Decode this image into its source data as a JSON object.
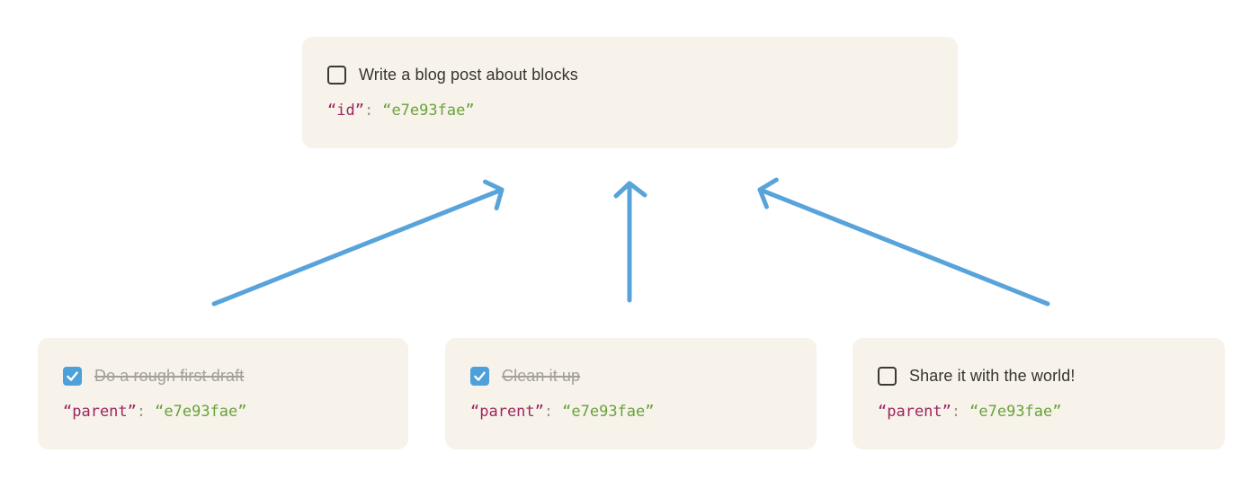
{
  "colors": {
    "page_bg": "#ffffff",
    "card_bg": "#f7f2ea",
    "text": "#37352f",
    "muted": "#a3a099",
    "key": "#9c2661",
    "value": "#68a33a",
    "colon": "#9a968f",
    "checkbox_border": "#3b3933",
    "checkbox_checked_bg": "#4da0d8",
    "checkmark": "#ffffff",
    "arrow": "#58a4da"
  },
  "parent_card": {
    "title": "Write a blog post about blocks",
    "checked": false,
    "code": {
      "key": "“id”",
      "colon": ":",
      "value": "“e7e93fae”"
    }
  },
  "child_cards": [
    {
      "title": "Do a rough first draft",
      "checked": true,
      "code": {
        "key": "“parent”",
        "colon": ":",
        "value": "“e7e93fae”"
      }
    },
    {
      "title": "Clean it up",
      "checked": true,
      "code": {
        "key": "“parent”",
        "colon": ":",
        "value": "“e7e93fae”"
      }
    },
    {
      "title": "Share it with the world!",
      "checked": false,
      "code": {
        "key": "“parent”",
        "colon": ":",
        "value": "“e7e93fae”"
      }
    }
  ]
}
